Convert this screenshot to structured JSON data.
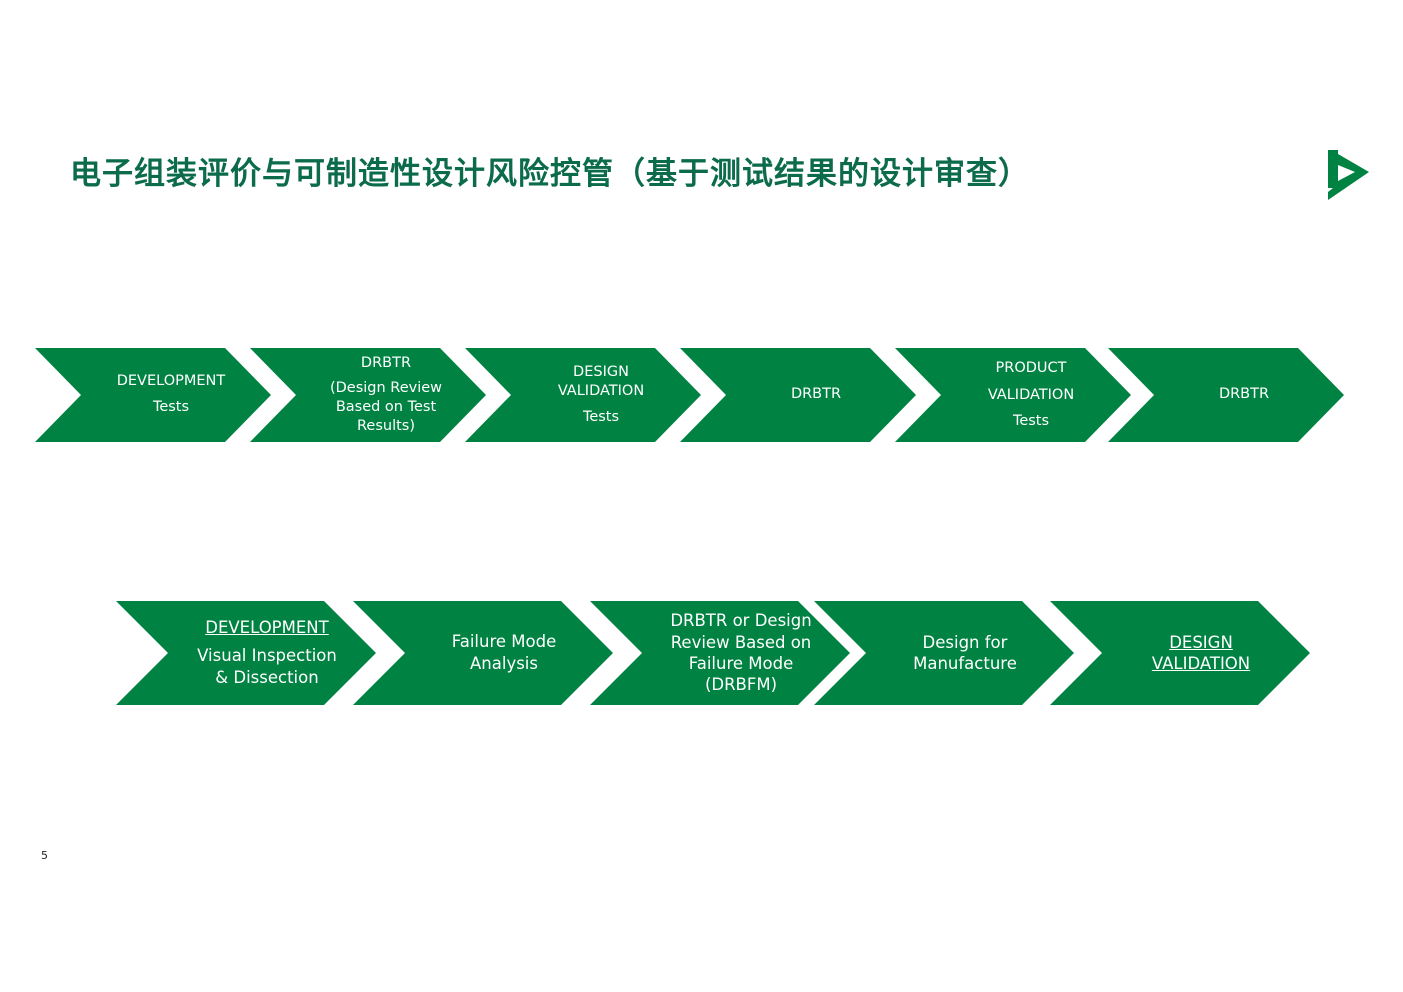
{
  "title": "电子组装评价与可制造性设计风险控管（基于测试结果的设计审查）",
  "colors": {
    "chevron_fill": "#008342",
    "title": "#0b6b4a",
    "logo": "#008342"
  },
  "logo_icon": "play-arrow-logo-icon",
  "flow_top": [
    {
      "line1": "DEVELOPMENT",
      "line2": "Tests"
    },
    {
      "line1": "DRBTR",
      "line2": "(Design Review",
      "line3": "Based on Test",
      "line4": "Results)"
    },
    {
      "line1": "DESIGN",
      "line2": "VALIDATION",
      "line3": "Tests"
    },
    {
      "line1": "DRBTR"
    },
    {
      "line1": "PRODUCT",
      "line2": "VALIDATION",
      "line3": "Tests"
    },
    {
      "line1": "DRBTR"
    }
  ],
  "flow_bottom": [
    {
      "line1": "DEVELOPMENT",
      "line2": "Visual Inspection",
      "line3": "&  Dissection"
    },
    {
      "line1": "Failure Mode",
      "line2": "Analysis"
    },
    {
      "line1": "DRBTR or Design",
      "line2": "Review Based on",
      "line3": "Failure Mode",
      "line4": "(DRBFM)"
    },
    {
      "line1": "Design for",
      "line2": "Manufacture"
    },
    {
      "line1": "DESIGN",
      "line2": "VALIDATION"
    }
  ],
  "page_number": "5"
}
